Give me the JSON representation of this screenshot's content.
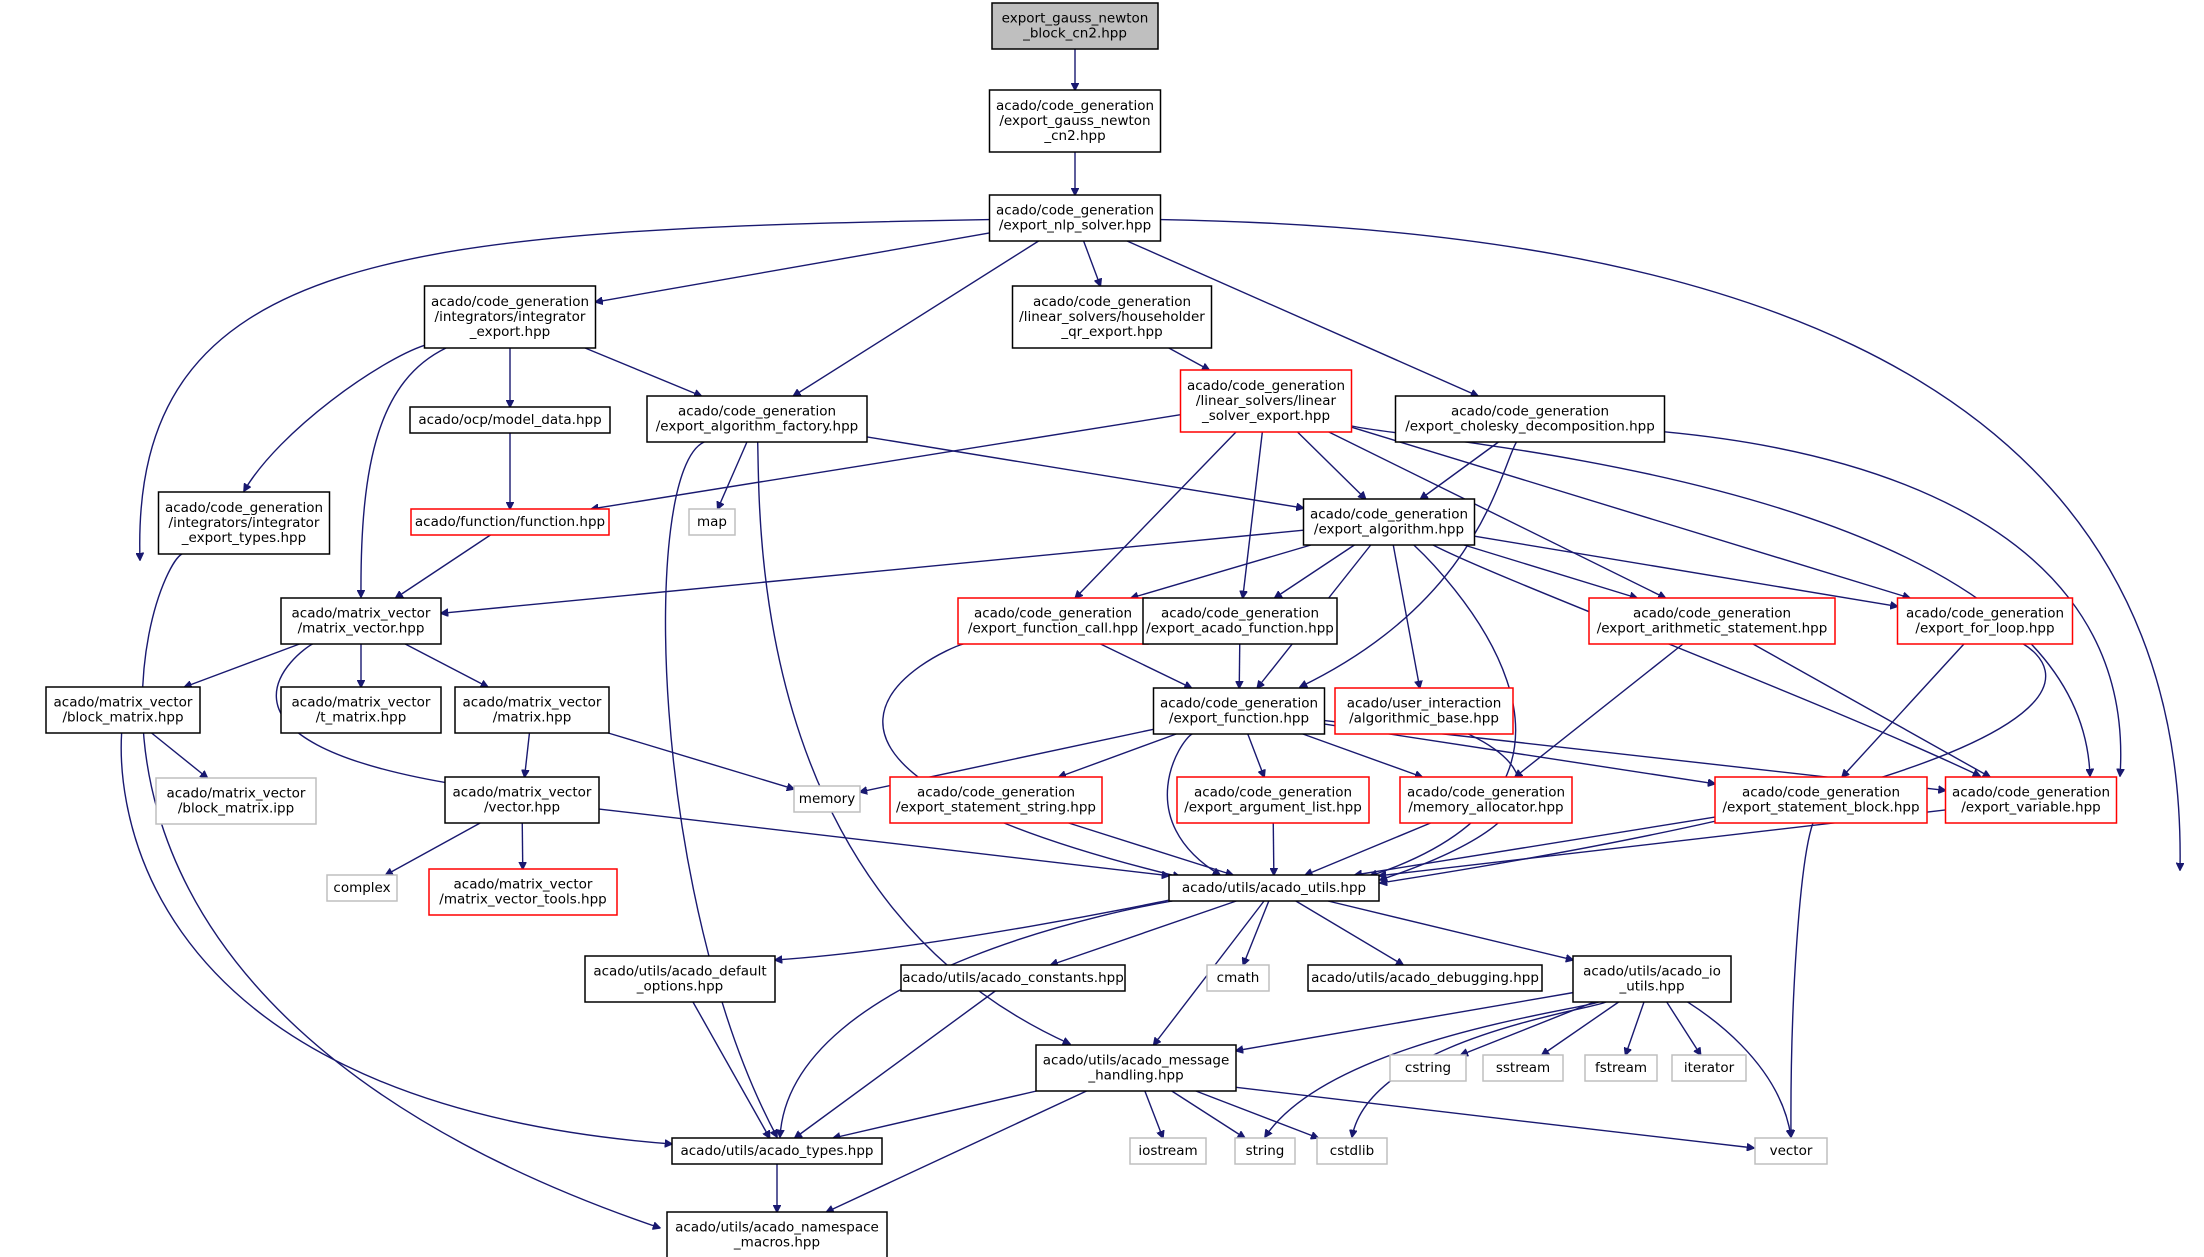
{
  "colors": {
    "edge": "#191970",
    "root_fill": "#bfbfbf",
    "normal_border": "#000000",
    "truncated_border": "#ff0000",
    "external_border": "#bfbfbf",
    "background": "#ffffff"
  },
  "nodes": [
    {
      "id": "n1",
      "kind": "root",
      "lines": [
        "export_gauss_newton",
        "_block_cn2.hpp"
      ]
    },
    {
      "id": "n2",
      "kind": "normal",
      "lines": [
        "acado/code_generation",
        "/export_gauss_newton",
        "_cn2.hpp"
      ]
    },
    {
      "id": "n3",
      "kind": "normal",
      "lines": [
        "acado/code_generation",
        "/export_nlp_solver.hpp"
      ]
    },
    {
      "id": "n4",
      "kind": "normal",
      "lines": [
        "acado/code_generation",
        "/integrators/integrator",
        "_export.hpp"
      ]
    },
    {
      "id": "n5",
      "kind": "normal",
      "lines": [
        "acado/code_generation",
        "/linear_solvers/householder",
        "_qr_export.hpp"
      ]
    },
    {
      "id": "n6",
      "kind": "truncated",
      "lines": [
        "acado/code_generation",
        "/linear_solvers/linear",
        "_solver_export.hpp"
      ]
    },
    {
      "id": "n7",
      "kind": "normal",
      "lines": [
        "acado/code_generation",
        "/export_cholesky_decomposition.hpp"
      ]
    },
    {
      "id": "n8",
      "kind": "normal",
      "lines": [
        "acado/ocp/model_data.hpp"
      ]
    },
    {
      "id": "n9",
      "kind": "normal",
      "lines": [
        "acado/code_generation",
        "/export_algorithm_factory.hpp"
      ]
    },
    {
      "id": "n10",
      "kind": "external",
      "lines": [
        "map"
      ]
    },
    {
      "id": "n11",
      "kind": "normal",
      "lines": [
        "acado/code_generation",
        "/integrators/integrator",
        "_export_types.hpp"
      ]
    },
    {
      "id": "n12",
      "kind": "truncated",
      "lines": [
        "acado/function/function.hpp"
      ]
    },
    {
      "id": "n13",
      "kind": "normal",
      "lines": [
        "acado/code_generation",
        "/export_algorithm.hpp"
      ]
    },
    {
      "id": "n14",
      "kind": "normal",
      "lines": [
        "acado/matrix_vector",
        "/matrix_vector.hpp"
      ]
    },
    {
      "id": "n15",
      "kind": "truncated",
      "lines": [
        "acado/code_generation",
        "/export_function_call.hpp"
      ]
    },
    {
      "id": "n16",
      "kind": "normal",
      "lines": [
        "acado/code_generation",
        "/export_acado_function.hpp"
      ]
    },
    {
      "id": "n17",
      "kind": "truncated",
      "lines": [
        "acado/code_generation",
        "/export_arithmetic_statement.hpp"
      ]
    },
    {
      "id": "n18",
      "kind": "truncated",
      "lines": [
        "acado/code_generation",
        "/export_for_loop.hpp"
      ]
    },
    {
      "id": "n19",
      "kind": "normal",
      "lines": [
        "acado/matrix_vector",
        "/block_matrix.hpp"
      ]
    },
    {
      "id": "n20",
      "kind": "normal",
      "lines": [
        "acado/matrix_vector",
        "/t_matrix.hpp"
      ]
    },
    {
      "id": "n21",
      "kind": "normal",
      "lines": [
        "acado/matrix_vector",
        "/matrix.hpp"
      ]
    },
    {
      "id": "n22",
      "kind": "normal",
      "lines": [
        "acado/code_generation",
        "/export_function.hpp"
      ]
    },
    {
      "id": "n23",
      "kind": "truncated",
      "lines": [
        "acado/user_interaction",
        "/algorithmic_base.hpp"
      ]
    },
    {
      "id": "n24",
      "kind": "external",
      "lines": [
        "acado/matrix_vector",
        "/block_matrix.ipp"
      ]
    },
    {
      "id": "n25",
      "kind": "normal",
      "lines": [
        "acado/matrix_vector",
        "/vector.hpp"
      ]
    },
    {
      "id": "n26",
      "kind": "external",
      "lines": [
        "memory"
      ]
    },
    {
      "id": "n27",
      "kind": "truncated",
      "lines": [
        "acado/code_generation",
        "/export_statement_string.hpp"
      ]
    },
    {
      "id": "n28",
      "kind": "truncated",
      "lines": [
        "acado/code_generation",
        "/export_argument_list.hpp"
      ]
    },
    {
      "id": "n29",
      "kind": "truncated",
      "lines": [
        "acado/code_generation",
        "/memory_allocator.hpp"
      ]
    },
    {
      "id": "n30",
      "kind": "truncated",
      "lines": [
        "acado/code_generation",
        "/export_statement_block.hpp"
      ]
    },
    {
      "id": "n31",
      "kind": "truncated",
      "lines": [
        "acado/code_generation",
        "/export_variable.hpp"
      ]
    },
    {
      "id": "n32",
      "kind": "external",
      "lines": [
        "complex"
      ]
    },
    {
      "id": "n33",
      "kind": "truncated",
      "lines": [
        "acado/matrix_vector",
        "/matrix_vector_tools.hpp"
      ]
    },
    {
      "id": "n34",
      "kind": "normal",
      "lines": [
        "acado/utils/acado_utils.hpp"
      ]
    },
    {
      "id": "n35",
      "kind": "normal",
      "lines": [
        "acado/utils/acado_default",
        "_options.hpp"
      ]
    },
    {
      "id": "n36",
      "kind": "normal",
      "lines": [
        "acado/utils/acado_constants.hpp"
      ]
    },
    {
      "id": "n37",
      "kind": "external",
      "lines": [
        "cmath"
      ]
    },
    {
      "id": "n38",
      "kind": "normal",
      "lines": [
        "acado/utils/acado_debugging.hpp"
      ]
    },
    {
      "id": "n39",
      "kind": "normal",
      "lines": [
        "acado/utils/acado_io",
        "_utils.hpp"
      ]
    },
    {
      "id": "n40",
      "kind": "normal",
      "lines": [
        "acado/utils/acado_message",
        "_handling.hpp"
      ]
    },
    {
      "id": "n41",
      "kind": "external",
      "lines": [
        "cstring"
      ]
    },
    {
      "id": "n42",
      "kind": "external",
      "lines": [
        "sstream"
      ]
    },
    {
      "id": "n43",
      "kind": "external",
      "lines": [
        "fstream"
      ]
    },
    {
      "id": "n44",
      "kind": "external",
      "lines": [
        "iterator"
      ]
    },
    {
      "id": "n45",
      "kind": "normal",
      "lines": [
        "acado/utils/acado_types.hpp"
      ]
    },
    {
      "id": "n46",
      "kind": "external",
      "lines": [
        "iostream"
      ]
    },
    {
      "id": "n47",
      "kind": "external",
      "lines": [
        "string"
      ]
    },
    {
      "id": "n48",
      "kind": "external",
      "lines": [
        "cstdlib"
      ]
    },
    {
      "id": "n49",
      "kind": "external",
      "lines": [
        "vector"
      ]
    },
    {
      "id": "n50",
      "kind": "normal",
      "lines": [
        "acado/utils/acado_namespace",
        "_macros.hpp"
      ]
    }
  ],
  "edges": [
    [
      "n1",
      "n2"
    ],
    [
      "n2",
      "n3"
    ],
    [
      "n3",
      "n4"
    ],
    [
      "n3",
      "n5"
    ],
    [
      "n3",
      "n7"
    ],
    [
      "n3",
      "n9"
    ],
    [
      "n3",
      "n14"
    ],
    [
      "n3",
      "n34"
    ],
    [
      "n4",
      "n8"
    ],
    [
      "n4",
      "n9"
    ],
    [
      "n4",
      "n11"
    ],
    [
      "n4",
      "n14"
    ],
    [
      "n5",
      "n6"
    ],
    [
      "n6",
      "n12"
    ],
    [
      "n6",
      "n13"
    ],
    [
      "n6",
      "n15"
    ],
    [
      "n6",
      "n16"
    ],
    [
      "n6",
      "n17"
    ],
    [
      "n6",
      "n18"
    ],
    [
      "n6",
      "n31"
    ],
    [
      "n7",
      "n13"
    ],
    [
      "n7",
      "n22"
    ],
    [
      "n7",
      "n31"
    ],
    [
      "n8",
      "n12"
    ],
    [
      "n9",
      "n10"
    ],
    [
      "n9",
      "n13"
    ],
    [
      "n9",
      "n45"
    ],
    [
      "n9",
      "n40"
    ],
    [
      "n11",
      "n50"
    ],
    [
      "n12",
      "n14"
    ],
    [
      "n13",
      "n14"
    ],
    [
      "n13",
      "n15"
    ],
    [
      "n13",
      "n16"
    ],
    [
      "n13",
      "n17"
    ],
    [
      "n13",
      "n18"
    ],
    [
      "n13",
      "n22"
    ],
    [
      "n13",
      "n23"
    ],
    [
      "n13",
      "n31"
    ],
    [
      "n13",
      "n34"
    ],
    [
      "n14",
      "n19"
    ],
    [
      "n14",
      "n20"
    ],
    [
      "n14",
      "n21"
    ],
    [
      "n14",
      "n25"
    ],
    [
      "n15",
      "n22"
    ],
    [
      "n15",
      "n34"
    ],
    [
      "n16",
      "n22"
    ],
    [
      "n17",
      "n29"
    ],
    [
      "n17",
      "n31"
    ],
    [
      "n18",
      "n30"
    ],
    [
      "n18",
      "n34"
    ],
    [
      "n19",
      "n24"
    ],
    [
      "n19",
      "n45"
    ],
    [
      "n21",
      "n25"
    ],
    [
      "n21",
      "n26"
    ],
    [
      "n22",
      "n26"
    ],
    [
      "n22",
      "n27"
    ],
    [
      "n22",
      "n28"
    ],
    [
      "n22",
      "n29"
    ],
    [
      "n22",
      "n30"
    ],
    [
      "n22",
      "n31"
    ],
    [
      "n22",
      "n34"
    ],
    [
      "n23",
      "n34"
    ],
    [
      "n25",
      "n32"
    ],
    [
      "n25",
      "n33"
    ],
    [
      "n25",
      "n34"
    ],
    [
      "n27",
      "n34"
    ],
    [
      "n28",
      "n34"
    ],
    [
      "n29",
      "n34"
    ],
    [
      "n30",
      "n34"
    ],
    [
      "n30",
      "n49"
    ],
    [
      "n31",
      "n34"
    ],
    [
      "n34",
      "n35"
    ],
    [
      "n34",
      "n36"
    ],
    [
      "n34",
      "n37"
    ],
    [
      "n34",
      "n38"
    ],
    [
      "n34",
      "n39"
    ],
    [
      "n34",
      "n40"
    ],
    [
      "n34",
      "n45"
    ],
    [
      "n35",
      "n45"
    ],
    [
      "n36",
      "n45"
    ],
    [
      "n39",
      "n40"
    ],
    [
      "n39",
      "n41"
    ],
    [
      "n39",
      "n42"
    ],
    [
      "n39",
      "n43"
    ],
    [
      "n39",
      "n44"
    ],
    [
      "n39",
      "n47"
    ],
    [
      "n39",
      "n48"
    ],
    [
      "n39",
      "n49"
    ],
    [
      "n40",
      "n45"
    ],
    [
      "n40",
      "n46"
    ],
    [
      "n40",
      "n47"
    ],
    [
      "n40",
      "n48"
    ],
    [
      "n40",
      "n49"
    ],
    [
      "n40",
      "n50"
    ],
    [
      "n45",
      "n50"
    ]
  ]
}
